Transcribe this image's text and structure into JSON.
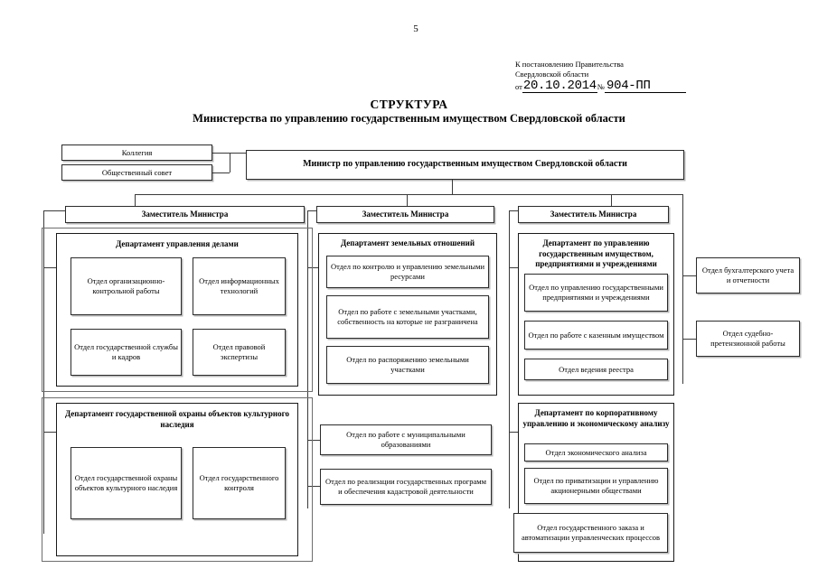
{
  "page": {
    "number": "5"
  },
  "header": {
    "line1": "К постановлению Правительства",
    "line2": "Свердловской области",
    "from_label": "от",
    "date": "20.10.2014",
    "no_label": "№",
    "number": "904-ПП"
  },
  "title": {
    "line1": "СТРУКТУРА",
    "line2": "Министерства по управлению государственным имуществом Свердловской области"
  },
  "top": {
    "collegium": "Коллегия",
    "public_council": "Общественный совет",
    "minister": "Министр по управлению государственным имуществом Свердловской области"
  },
  "deputies": [
    {
      "label": "Заместитель Министра"
    },
    {
      "label": "Заместитель Министра"
    },
    {
      "label": "Заместитель Министра"
    }
  ],
  "departments": {
    "affairs_management": {
      "title": "Департамент управления делами",
      "units": [
        "Отдел организационно-контрольной работы",
        "Отдел информационных технологий",
        "Отдел государственной службы и кадров",
        "Отдел правовой экспертизы"
      ]
    },
    "land_relations": {
      "title": "Департамент земельных отношений",
      "units": [
        "Отдел по контролю и управлению земельными ресурсами",
        "Отдел по работе с земельными участками, собственность на которые не разграничена",
        "Отдел по распоряжению земельными участками"
      ]
    },
    "state_property": {
      "title": "Департамент по управлению государственным имуществом, предприятиями и учреждениями",
      "units": [
        "Отдел по управлению государственными предприятиями и учреждениями",
        "Отдел по работе с казенным имуществом",
        "Отдел ведения реестра"
      ]
    },
    "cultural_heritage": {
      "title": "Департамент государственной охраны объектов культурного наследия",
      "units": [
        "Отдел государственной охраны объектов культурного наследия",
        "Отдел государственного контроля"
      ]
    },
    "corporate_management": {
      "title": "Департамент по корпоративному управлению и экономическому анализу",
      "units": [
        "Отдел экономического анализа",
        "Отдел по приватизации и управлению акционерными обществами",
        "Отдел государственного заказа и автоматизации управленческих процессов"
      ]
    }
  },
  "standalone_units": {
    "middle_column": [
      "Отдел по работе с муниципальными образованиями",
      "Отдел по реализации государственных программ и обеспечения кадастровой деятельности"
    ],
    "right_column": [
      "Отдел бухгалтерского учета и отчетности",
      "Отдел судебно-претензионной работы"
    ]
  }
}
